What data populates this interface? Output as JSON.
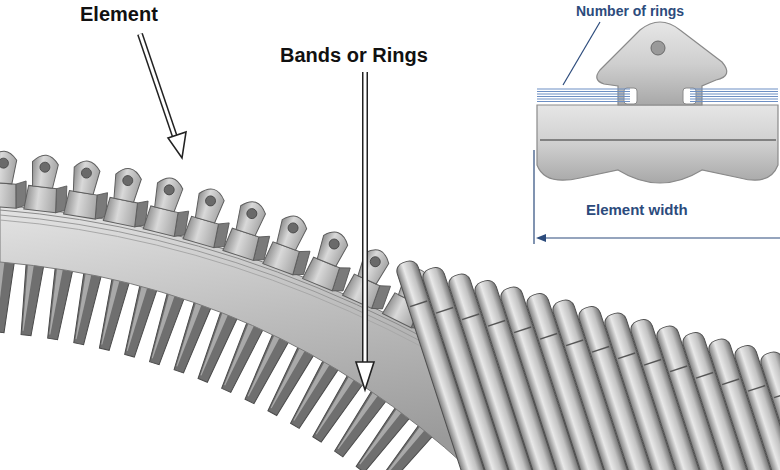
{
  "diagram": {
    "labels": [
      "Element",
      "Bands or Rings",
      "Number of rings",
      "Element width"
    ]
  }
}
